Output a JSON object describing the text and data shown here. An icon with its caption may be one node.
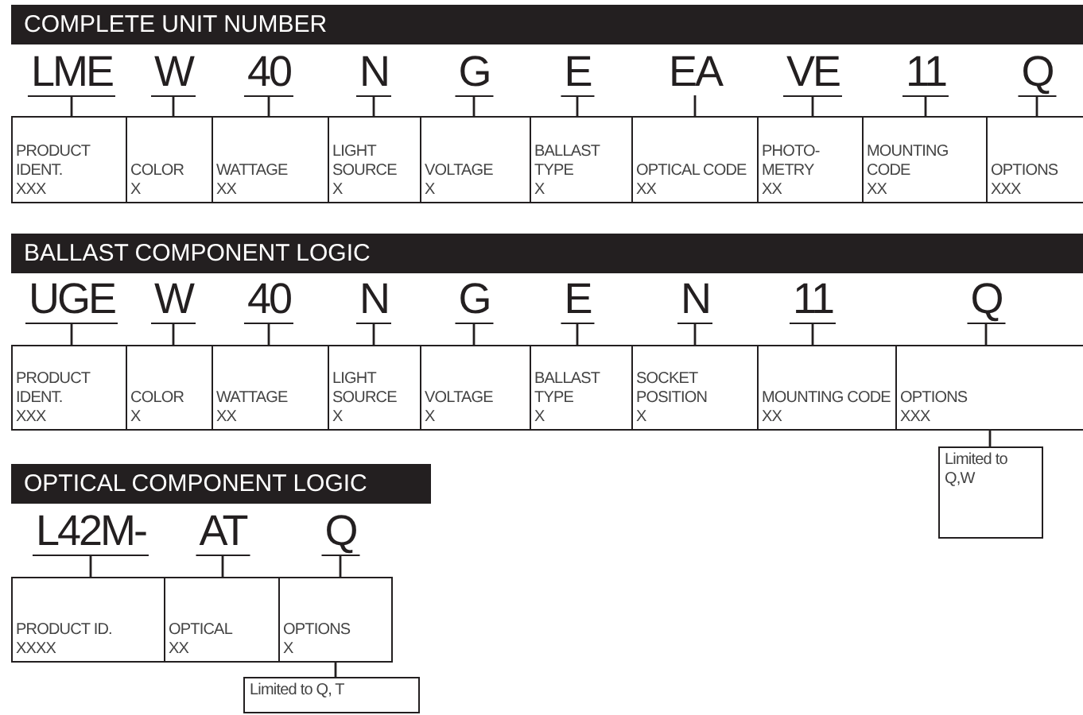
{
  "diagram": {
    "nodes": [
      {
        "text": [
          "COMPLETE UNIT NUMBER"
        ]
      },
      {
        "text": [
          "LME"
        ]
      },
      {
        "text": [
          "W"
        ]
      },
      {
        "text": [
          "40"
        ]
      },
      {
        "text": [
          "N"
        ]
      },
      {
        "text": [
          "G"
        ]
      },
      {
        "text": [
          "E"
        ]
      },
      {
        "text": [
          "EA"
        ]
      },
      {
        "text": [
          "VE"
        ]
      },
      {
        "text": [
          "11"
        ]
      },
      {
        "text": [
          "Q"
        ]
      },
      {
        "text": [
          "PRODUCT IDENT.",
          "XXX"
        ]
      },
      {
        "text": [
          "COLOR",
          "X"
        ]
      },
      {
        "text": [
          "WATTAGE",
          "XX"
        ]
      },
      {
        "text": [
          "LIGHT SOURCE",
          "X"
        ]
      },
      {
        "text": [
          "VOLTAGE",
          "X"
        ]
      },
      {
        "text": [
          "BALLAST TYPE",
          "X"
        ]
      },
      {
        "text": [
          "OPTICAL CODE",
          "XX"
        ]
      },
      {
        "text": [
          "PHOTO- METRY",
          "XX"
        ]
      },
      {
        "text": [
          "MOUNTING CODE",
          "XX"
        ]
      },
      {
        "text": [
          "OPTIONS",
          "XXX"
        ]
      },
      {
        "text": [
          "BALLAST COMPONENT LOGIC"
        ]
      },
      {
        "text": [
          "UGE"
        ]
      },
      {
        "text": [
          "W"
        ]
      },
      {
        "text": [
          "40"
        ]
      },
      {
        "text": [
          "N"
        ]
      },
      {
        "text": [
          "G"
        ]
      },
      {
        "text": [
          "E"
        ]
      },
      {
        "text": [
          "N"
        ]
      },
      {
        "text": [
          "11"
        ]
      },
      {
        "text": [
          "Q"
        ]
      },
      {
        "text": [
          "PRODUCT IDENT.",
          "XXX"
        ]
      },
      {
        "text": [
          "COLOR",
          "X"
        ]
      },
      {
        "text": [
          "WATTAGE",
          "XX"
        ]
      },
      {
        "text": [
          "LIGHT SOURCE",
          "X"
        ]
      },
      {
        "text": [
          "VOLTAGE",
          "X"
        ]
      },
      {
        "text": [
          "BALLAST TYPE",
          "X"
        ]
      },
      {
        "text": [
          "SOCKET POSITION",
          "X"
        ]
      },
      {
        "text": [
          "MOUNTING CODE",
          "XX"
        ]
      },
      {
        "text": [
          "OPTIONS",
          "XXX"
        ]
      },
      {
        "text": [
          "Limited to Q,W"
        ]
      },
      {
        "text": [
          "OPTICAL COMPONENT LOGIC"
        ]
      },
      {
        "text": [
          "L42M-"
        ]
      },
      {
        "text": [
          "AT"
        ]
      },
      {
        "text": [
          "Q"
        ]
      },
      {
        "text": [
          "PRODUCT ID.",
          "XXXX"
        ]
      },
      {
        "text": [
          "OPTICAL",
          "XX"
        ]
      },
      {
        "text": [
          "OPTIONS",
          "X"
        ]
      },
      {
        "text": [
          "Limited to Q, T"
        ]
      }
    ],
    "edges": [
      {
        "from": 1,
        "to": 11,
        "arrow": "none"
      },
      {
        "from": 2,
        "to": 12,
        "arrow": "none"
      },
      {
        "from": 3,
        "to": 13,
        "arrow": "none"
      },
      {
        "from": 4,
        "to": 14,
        "arrow": "none"
      },
      {
        "from": 5,
        "to": 15,
        "arrow": "none"
      },
      {
        "from": 6,
        "to": 16,
        "arrow": "none"
      },
      {
        "from": 7,
        "to": 17,
        "arrow": "none"
      },
      {
        "from": 8,
        "to": 18,
        "arrow": "none"
      },
      {
        "from": 9,
        "to": 19,
        "arrow": "none"
      },
      {
        "from": 10,
        "to": 20,
        "arrow": "none"
      },
      {
        "from": 22,
        "to": 31,
        "arrow": "none"
      },
      {
        "from": 23,
        "to": 32,
        "arrow": "none"
      },
      {
        "from": 24,
        "to": 33,
        "arrow": "none"
      },
      {
        "from": 25,
        "to": 34,
        "arrow": "none"
      },
      {
        "from": 26,
        "to": 35,
        "arrow": "none"
      },
      {
        "from": 27,
        "to": 36,
        "arrow": "none"
      },
      {
        "from": 28,
        "to": 37,
        "arrow": "none"
      },
      {
        "from": 29,
        "to": 38,
        "arrow": "none"
      },
      {
        "from": 30,
        "to": 39,
        "arrow": "none"
      },
      {
        "from": 39,
        "to": 40,
        "arrow": "none"
      },
      {
        "from": 42,
        "to": 45,
        "arrow": "none"
      },
      {
        "from": 43,
        "to": 46,
        "arrow": "none"
      },
      {
        "from": 44,
        "to": 47,
        "arrow": "none"
      },
      {
        "from": 47,
        "to": 48,
        "arrow": "none"
      }
    ]
  }
}
